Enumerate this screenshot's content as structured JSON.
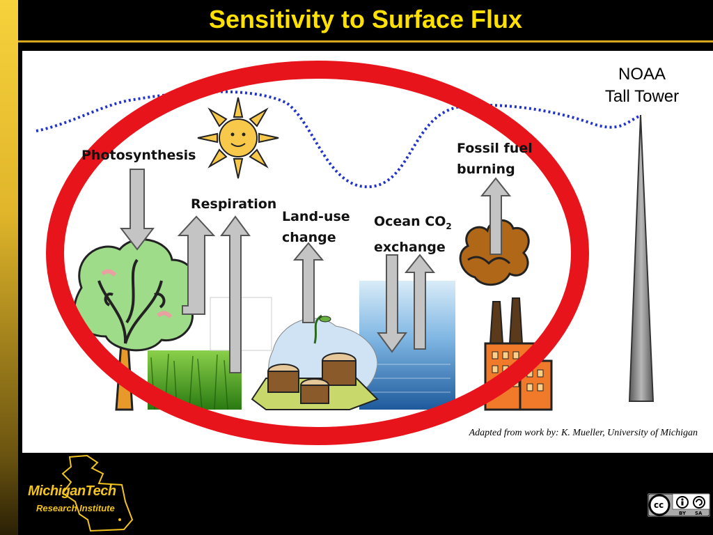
{
  "title": "Sensitivity to Surface Flux",
  "diagram": {
    "labels": {
      "photosynthesis": "Photosynthesis",
      "respiration": "Respiration",
      "land_use": [
        "Land-use",
        "change"
      ],
      "ocean": {
        "line1_main": "Ocean CO",
        "line1_sub": "2",
        "line2": "exchange"
      },
      "fossil": [
        "Fossil fuel",
        "burning"
      ]
    },
    "tower_label": [
      "NOAA",
      "Tall Tower"
    ],
    "caption": "Adapted  from work by: K. Mueller, University of Michigan"
  },
  "logo": {
    "name": "MichiganTech",
    "subtitle": "Research Institute"
  },
  "license": {
    "cc": "cc",
    "by": "BY",
    "sa": "SA"
  },
  "colors": {
    "title": "#ffe000",
    "highlight_ring": "#e8141c",
    "boundary_line": "#2233cc",
    "arrow": "#c4c4c4"
  },
  "icons": [
    "sun-icon",
    "tree-icon",
    "grass-image",
    "stumps-icon",
    "ocean-image",
    "factory-icon",
    "tower-icon",
    "michigan-map-icon",
    "cc-icon"
  ]
}
